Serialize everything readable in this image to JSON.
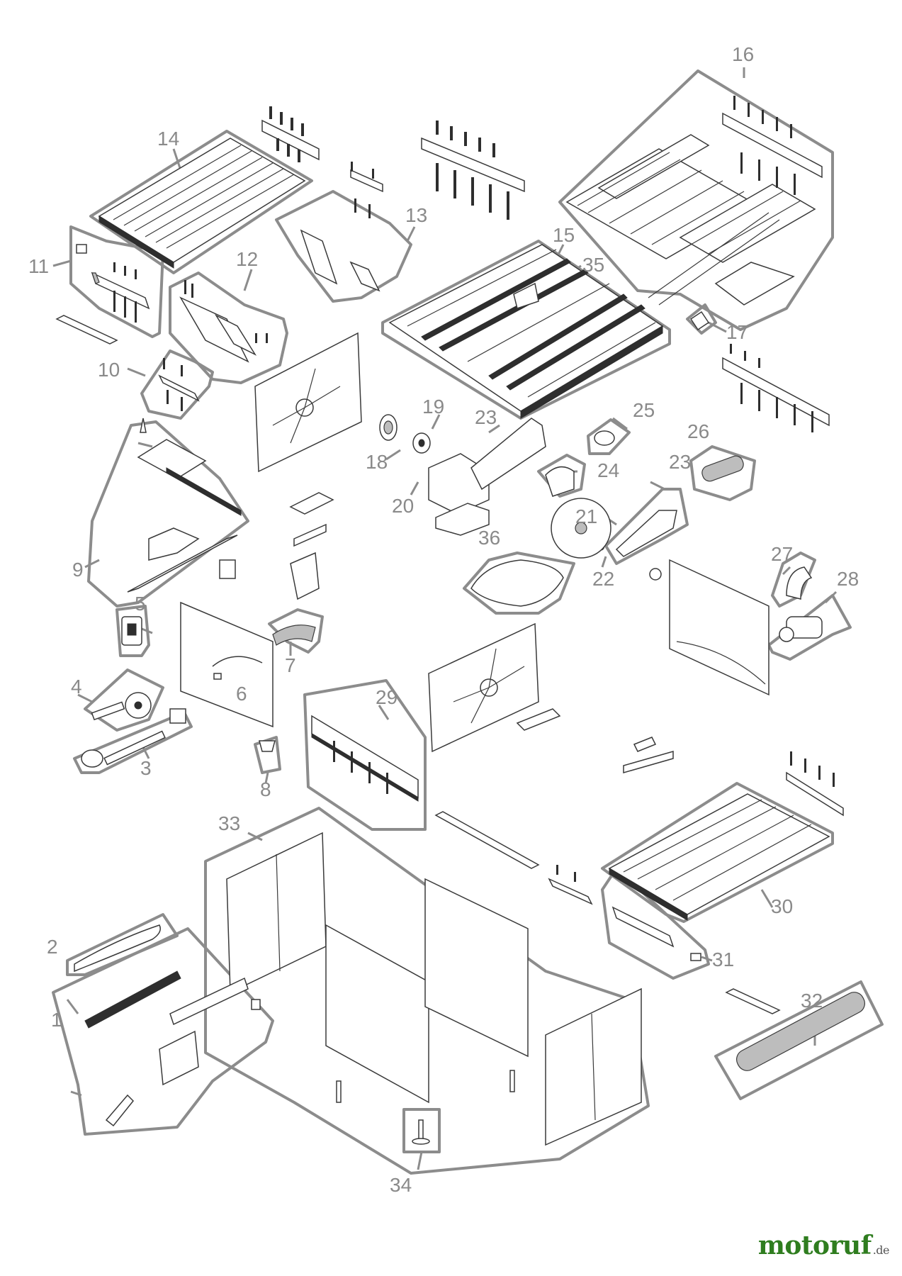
{
  "diagram": {
    "callouts": [
      "1",
      "2",
      "3",
      "4",
      "5",
      "6",
      "7",
      "8",
      "9",
      "10",
      "11",
      "12",
      "13",
      "14",
      "15",
      "16",
      "17",
      "18",
      "19",
      "20",
      "21",
      "22",
      "23",
      "23",
      "24",
      "25",
      "26",
      "27",
      "28",
      "29",
      "30",
      "31",
      "32",
      "33",
      "34",
      "35",
      "36"
    ],
    "colors": {
      "group_outline": "#8c8c8c",
      "part_stroke": "#3a3a3a",
      "label_gray": "#8a8a8a",
      "watermark_green": "#2f7d1f"
    }
  },
  "watermark": {
    "brand": "motoruf",
    "tld": ".de"
  }
}
